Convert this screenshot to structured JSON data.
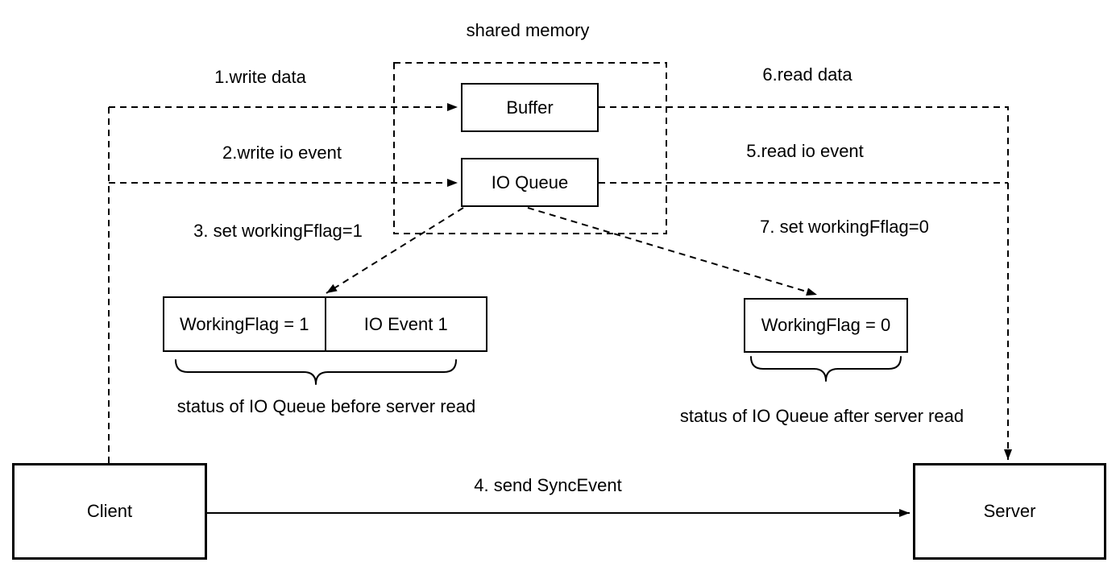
{
  "diagram": {
    "title": "shared memory",
    "shared_memory_box": {
      "buffer": "Buffer",
      "io_queue": "IO Queue"
    },
    "steps": {
      "s1": "1.write data",
      "s2": "2.write io event",
      "s3": "3. set workingFflag=1",
      "s4": "4. send SyncEvent",
      "s5": "5.read io event",
      "s6": "6.read data",
      "s7": "7. set workingFflag=0"
    },
    "queue_before": {
      "working_flag": "WorkingFlag = 1",
      "io_event": "IO Event 1",
      "caption": "status of IO Queue before server read"
    },
    "queue_after": {
      "working_flag": "WorkingFlag = 0",
      "caption": "status of IO Queue after server read"
    },
    "nodes": {
      "client": "Client",
      "server": "Server"
    },
    "colors": {
      "line": "#000000",
      "background": "#ffffff"
    }
  }
}
